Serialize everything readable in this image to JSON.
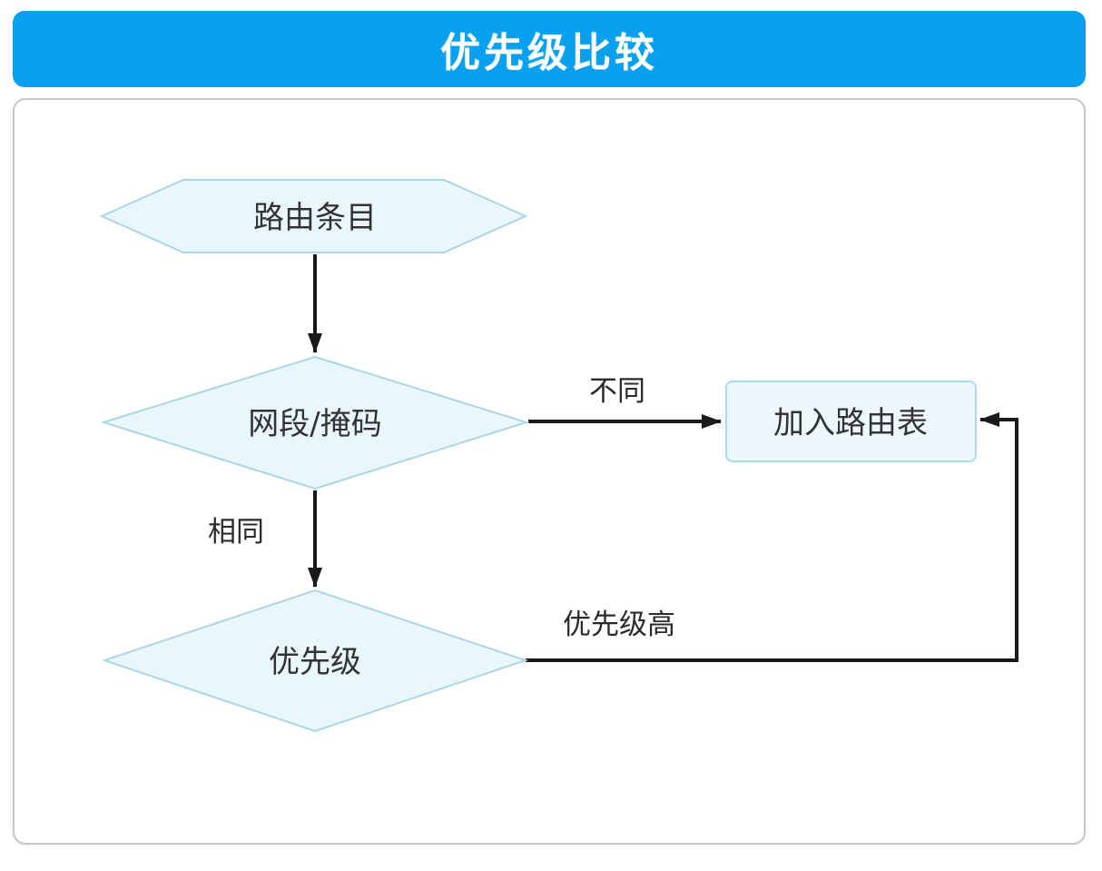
{
  "title": "优先级比较",
  "colors": {
    "title_bar": "#09a1ef",
    "title_text": "#ffffff",
    "shape_fill": "#e9f6fb",
    "shape_stroke": "#aad6e6",
    "rect_fill": "#ecf8fc",
    "rect_stroke": "#a6dcee",
    "line": "#1a1a1a",
    "node_text": "#333333",
    "label_text": "#2b2b2b",
    "panel_border": "#c7c7c7"
  },
  "flowchart": {
    "nodes": [
      {
        "id": "route-entry",
        "type": "hexagon",
        "label": "路由条目"
      },
      {
        "id": "segment-mask",
        "type": "diamond",
        "label": "网段/掩码"
      },
      {
        "id": "add-routing-table",
        "type": "rectangle",
        "label": "加入路由表"
      },
      {
        "id": "priority",
        "type": "diamond",
        "label": "优先级"
      }
    ],
    "edges": [
      {
        "from": "route-entry",
        "to": "segment-mask",
        "label": ""
      },
      {
        "from": "segment-mask",
        "to": "add-routing-table",
        "label": "不同"
      },
      {
        "from": "segment-mask",
        "to": "priority",
        "label": "相同"
      },
      {
        "from": "priority",
        "to": "add-routing-table",
        "label": "优先级高"
      }
    ]
  }
}
